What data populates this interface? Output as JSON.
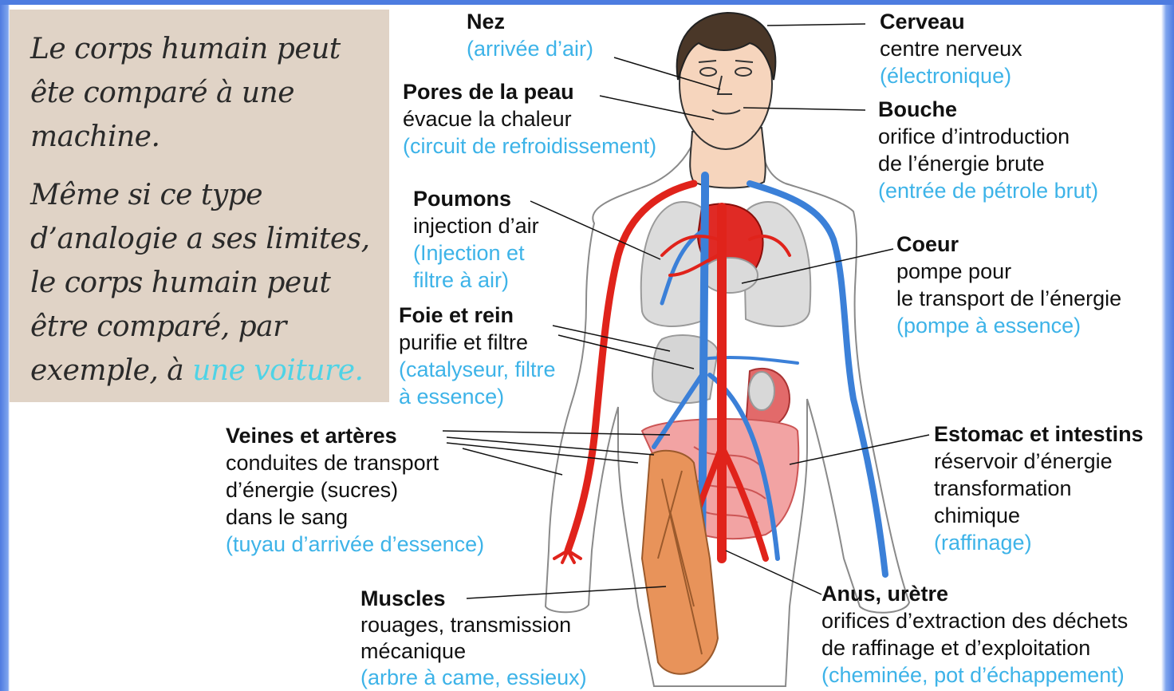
{
  "intro": {
    "paragraph1": "Le corps humain peut ête comparé à une machine.",
    "paragraph2_start": "Même si ce type d’analogie a ses limites, le corps humain peut être comparé, par exemple, à ",
    "paragraph2_highlight": "une voiture."
  },
  "labels": {
    "nez": {
      "title": "Nez",
      "analogy": "(arrivée d’air)"
    },
    "pores": {
      "title": "Pores de la peau",
      "desc1": "évacue la chaleur",
      "analogy": "(circuit de refroidissement)"
    },
    "poumons": {
      "title": "Poumons",
      "desc1": "injection d’air",
      "analogy1": "(Injection et",
      "analogy2": "filtre à air)"
    },
    "foie": {
      "title": "Foie et rein",
      "desc1": "purifie et filtre",
      "analogy1": "(catalyseur, filtre",
      "analogy2": "à essence)"
    },
    "veines": {
      "title": "Veines et artères",
      "desc1": "conduites de transport",
      "desc2": "d’énergie (sucres)",
      "desc3": "dans le sang",
      "analogy": "(tuyau d’arrivée d’essence)"
    },
    "muscles": {
      "title": "Muscles",
      "desc1": "rouages, transmission",
      "desc2": "mécanique",
      "analogy": "(arbre à came, essieux)"
    },
    "cerveau": {
      "title": "Cerveau",
      "desc1": "centre nerveux",
      "analogy": "(électronique)"
    },
    "bouche": {
      "title": "Bouche",
      "desc1": "orifice d’introduction",
      "desc2": "de l’énergie brute",
      "analogy": "(entrée de pétrole brut)"
    },
    "coeur": {
      "title": "Coeur",
      "desc1": "pompe pour",
      "desc2": "le transport de l’énergie",
      "analogy": "(pompe à essence)"
    },
    "estomac": {
      "title": "Estomac et intestins",
      "desc1": "réservoir d’énergie",
      "desc2": "transformation",
      "desc3": "chimique",
      "analogy": "(raffinage)"
    },
    "anus": {
      "title": "Anus, urètre",
      "desc1": "orifices d’extraction des déchets",
      "desc2": "de raffinage et d’exploitation",
      "analogy": "(cheminée, pot d’échappement)"
    }
  },
  "colors": {
    "analogy": "#3db3e8",
    "artery": "#e0231b",
    "vein": "#3b80d8",
    "intro_bg": "#e0d3c6",
    "frame": "#4d7ce0"
  }
}
